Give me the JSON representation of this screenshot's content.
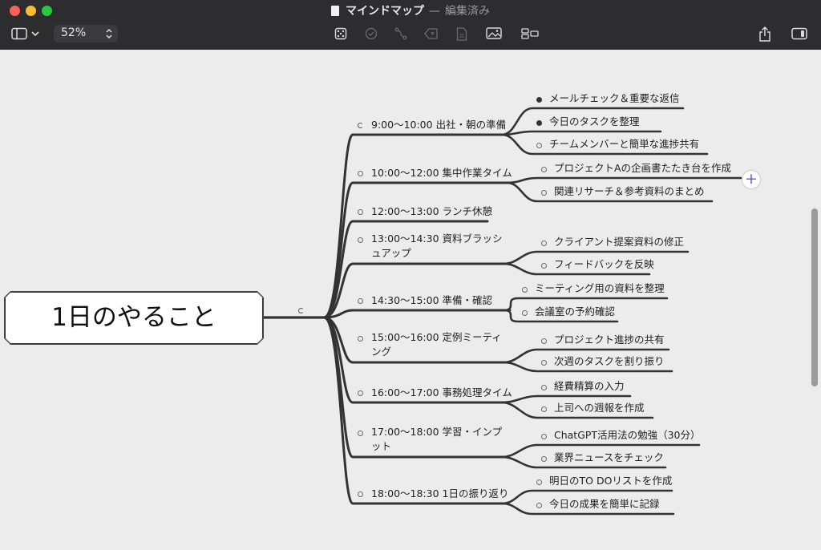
{
  "window": {
    "title": "マインドマップ",
    "separator": "—",
    "status": "編集済み",
    "zoom": "52%"
  },
  "colors": {
    "titlebar": "#2d2d2f",
    "canvas": "#ececec",
    "branch": "#333333",
    "close": "#ff5f57",
    "minimize": "#febc2e",
    "maximize": "#28c840",
    "add_button_accent": "#5a6ad0"
  },
  "toolbar": {
    "icons": [
      "sidebar-icon",
      "chevron-down-icon",
      "stepper-icon",
      "add-child-icon",
      "check-icon",
      "connect-icon",
      "tag-icon",
      "note-icon",
      "image-icon",
      "layout-icon",
      "share-icon",
      "inspector-icon"
    ]
  },
  "mindmap": {
    "root": "1日のやること",
    "branches": [
      {
        "label": "9:00〜10:00 出社・朝の準備",
        "mark": "progress",
        "children": [
          {
            "label": "メールチェック＆重要な返信",
            "mark": "done"
          },
          {
            "label": "今日のタスクを整理",
            "mark": "done"
          },
          {
            "label": "チームメンバーと簡単な進捗共有",
            "mark": "open"
          }
        ]
      },
      {
        "label": "10:00〜12:00 集中作業タイム",
        "mark": "open",
        "children": [
          {
            "label": "プロジェクトAの企画書たたき台を作成",
            "mark": "open"
          },
          {
            "label": "関連リサーチ＆参考資料のまとめ",
            "mark": "open"
          }
        ]
      },
      {
        "label": "12:00〜13:00 ランチ休憩",
        "mark": "open",
        "children": []
      },
      {
        "label": "13:00〜14:30 資料ブラッシュアップ",
        "mark": "open",
        "children": [
          {
            "label": "クライアント提案資料の修正",
            "mark": "open"
          },
          {
            "label": "フィードバックを反映",
            "mark": "open"
          }
        ]
      },
      {
        "label": "14:30〜15:00 準備・確認",
        "mark": "open",
        "children": [
          {
            "label": "ミーティング用の資料を整理",
            "mark": "open"
          },
          {
            "label": "会議室の予約確認",
            "mark": "open"
          }
        ]
      },
      {
        "label": "15:00〜16:00 定例ミーティング",
        "mark": "open",
        "children": [
          {
            "label": "プロジェクト進捗の共有",
            "mark": "open"
          },
          {
            "label": "次週のタスクを割り振り",
            "mark": "open"
          }
        ]
      },
      {
        "label": "16:00〜17:00 事務処理タイム",
        "mark": "open",
        "children": [
          {
            "label": "経費精算の入力",
            "mark": "open"
          },
          {
            "label": "上司への週報を作成",
            "mark": "open"
          }
        ]
      },
      {
        "label": "17:00〜18:00 学習・インプット",
        "mark": "open",
        "children": [
          {
            "label": "ChatGPT活用法の勉強（30分）",
            "mark": "open"
          },
          {
            "label": "業界ニュースをチェック",
            "mark": "open"
          }
        ]
      },
      {
        "label": "18:00〜18:30 1日の振り返り",
        "mark": "open",
        "children": [
          {
            "label": "明日のTO DOリストを作成",
            "mark": "open"
          },
          {
            "label": "今日の成果を簡単に記録",
            "mark": "open"
          }
        ]
      }
    ]
  },
  "add_button": {
    "label": "+"
  }
}
